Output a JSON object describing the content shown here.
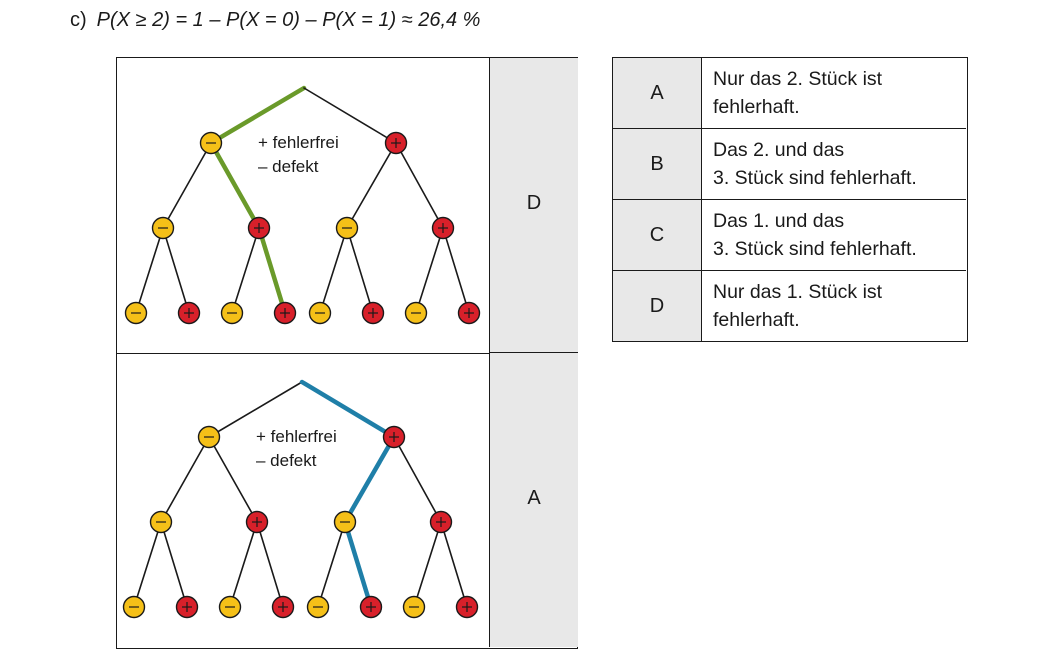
{
  "formula": {
    "label": "c)",
    "text": "P(X ≥ 2) = 1 – P(X = 0) – P(X = 1) ≈ 26,4 %"
  },
  "legend": {
    "plus": "+ fehlerfrei",
    "minus": "– defekt"
  },
  "trees": [
    {
      "answer": "D",
      "highlight_color": "#6a9a2a"
    },
    {
      "answer": "A",
      "highlight_color": "#1f7fa8"
    }
  ],
  "node_colors": {
    "minus": "#f5c018",
    "plus": "#d8202a"
  },
  "options": [
    {
      "letter": "A",
      "line1": "Nur das 2. Stück ist",
      "line2": "fehlerhaft."
    },
    {
      "letter": "B",
      "line1": "Das 2. und das",
      "line2": "3. Stück sind fehlerhaft."
    },
    {
      "letter": "C",
      "line1": "Das 1. und das",
      "line2": "3. Stück sind fehlerhaft."
    },
    {
      "letter": "D",
      "line1": "Nur das 1. Stück ist",
      "line2": "fehlerhaft."
    }
  ]
}
